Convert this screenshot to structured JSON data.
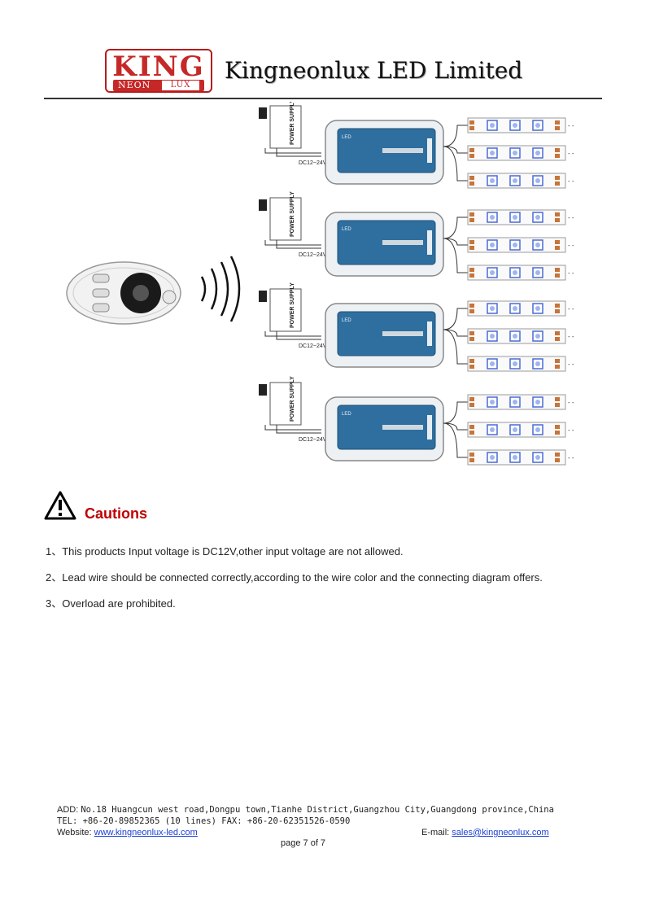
{
  "header": {
    "logo_main": "KING",
    "logo_neon": "NEON",
    "logo_lux": "LUX",
    "company": "Kingneonlux LED Limited"
  },
  "diagram": {
    "power_label": "POWER SUPPLY",
    "voltage_label": "DC12~24V",
    "controller_label": "LED"
  },
  "cautions": {
    "title": "Cautions",
    "items": [
      "1、This products Input voltage is DC12V,other input voltage are not allowed.",
      "2、Lead wire should be connected correctly,according to the wire color and the connecting diagram offers.",
      "3、Overload are prohibited."
    ]
  },
  "footer": {
    "add_label": "ADD:",
    "address": "No.18 Huangcun west road,Dongpu town,Tianhe District,Guangzhou City,Guangdong province,China",
    "tel": "TEL: +86-20-89852365 (10 lines) FAX: +86-20-62351526-0590",
    "website_label": "Website:",
    "website": "www.kingneonlux-led.com",
    "email_label": "E-mail:",
    "email": "sales@kingneonlux.com",
    "page": "page 7 of 7"
  }
}
